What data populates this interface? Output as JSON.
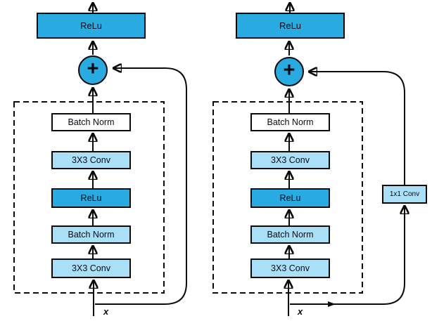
{
  "colors": {
    "accent": "#29ABE2",
    "light": "#A9DFF7",
    "box_white": "#FFFFFF",
    "line": "#0A0A0A"
  },
  "diagrams": [
    {
      "id": "identity-residual-block",
      "output_activation": "ReLu",
      "add_symbol": "+",
      "layers": [
        {
          "label": "Batch Norm",
          "style": "white"
        },
        {
          "label": "3X3 Conv",
          "style": "light"
        },
        {
          "label": "ReLu",
          "style": "accent"
        },
        {
          "label": "Batch Norm",
          "style": "light"
        },
        {
          "label": "3X3 Conv",
          "style": "light"
        }
      ],
      "input_label": "x"
    },
    {
      "id": "projection-residual-block",
      "output_activation": "ReLu",
      "add_symbol": "+",
      "layers": [
        {
          "label": "Batch Norm",
          "style": "white"
        },
        {
          "label": "3X3 Conv",
          "style": "light"
        },
        {
          "label": "ReLu",
          "style": "accent"
        },
        {
          "label": "Batch Norm",
          "style": "light"
        },
        {
          "label": "3X3 Conv",
          "style": "light"
        }
      ],
      "shortcut_conv_label": "1x1 Conv",
      "input_label": "x"
    }
  ]
}
